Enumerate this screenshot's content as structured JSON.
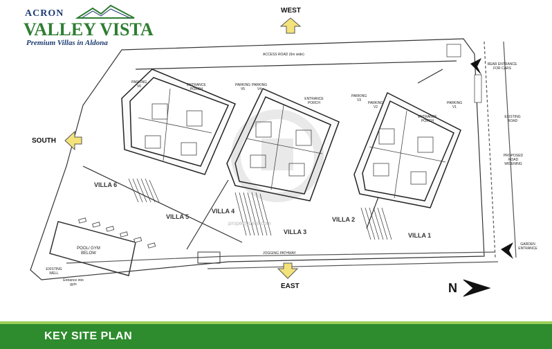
{
  "brand": {
    "line1": "ACRON",
    "line2": "VALLEY VISTA",
    "tagline": "Premium Villas in Aldona"
  },
  "directions": {
    "west": "WEST",
    "east": "EAST",
    "south": "SOUTH",
    "north": "N"
  },
  "roads": {
    "access": "ACCESS ROAD (6m wide)",
    "jogging": "JOGGING PATHWAY",
    "existing": "EXISTING ROAD",
    "widening": "PROPOSED ROAD WIDENING",
    "rear_entrance": "REAR ENTRANCE FOR CARS",
    "garden_entrance": "GARDEN ENTRANCE"
  },
  "parking": [
    "PARKING V6",
    "PARKING V5",
    "PARKING V4",
    "PARKING V3",
    "PARKING V2",
    "PARKING V1"
  ],
  "porches": [
    "ENTRANCE PORCH",
    "ENTRANCE PORCH",
    "ENTRANCE PORCH"
  ],
  "villas": [
    "VILLA 6",
    "VILLA 5",
    "VILLA 4",
    "VILLA 3",
    "VILLA 2",
    "VILLA 1"
  ],
  "pool": {
    "label": "POOL/ GYM BELOW",
    "well": "EXISTING WELL",
    "gym_entrance": "Entrance into gym"
  },
  "watermark": "propertydeal.com",
  "footer": {
    "title": "KEY SITE PLAN"
  },
  "colors": {
    "brand_green": "#2e8b2e",
    "brand_blue": "#1d3b70",
    "arrow_yellow": "#f4e27a",
    "footer_green": "#2e8b2e"
  }
}
